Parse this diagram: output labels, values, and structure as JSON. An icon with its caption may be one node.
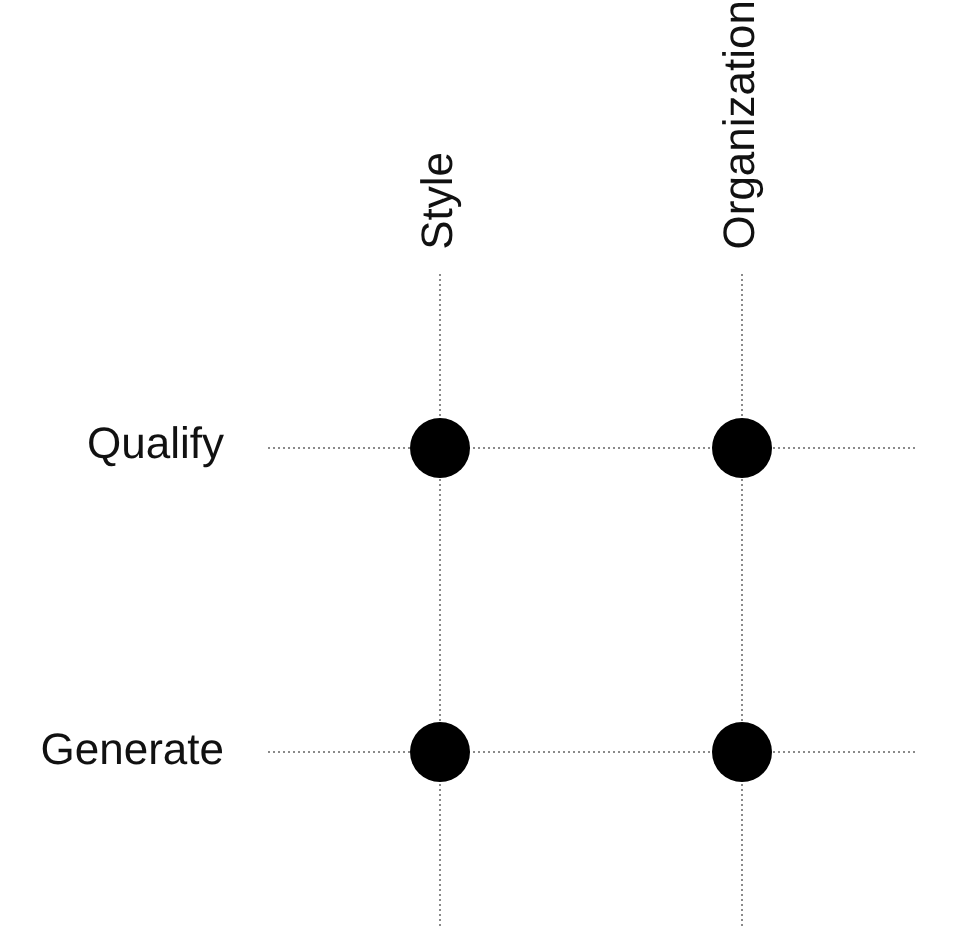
{
  "diagram": {
    "nodes": [
      {
        "text": [],
        "shape": "circle"
      },
      {
        "text": [],
        "shape": "circle"
      },
      {
        "text": [],
        "shape": "circle"
      },
      {
        "text": [],
        "shape": "circle"
      }
    ],
    "labels": [
      "Style",
      "Organization",
      "Qualify",
      "Generate"
    ]
  }
}
